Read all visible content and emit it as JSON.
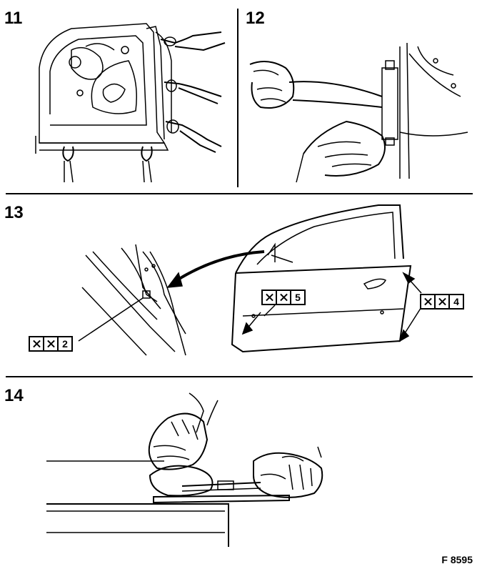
{
  "steps": [
    {
      "number": "11"
    },
    {
      "number": "12"
    },
    {
      "number": "13"
    },
    {
      "number": "14"
    }
  ],
  "callouts": [
    {
      "number": "2"
    },
    {
      "number": "5"
    },
    {
      "number": "4"
    }
  ],
  "figure_code": "F 8595",
  "colors": {
    "line": "#000000",
    "background": "#ffffff"
  }
}
